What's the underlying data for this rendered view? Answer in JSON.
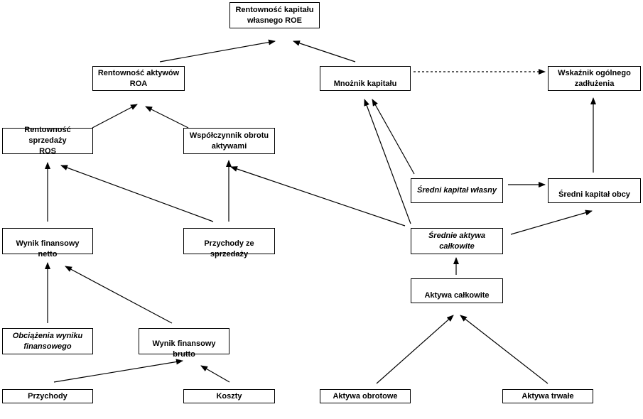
{
  "nodes": {
    "roe": "Rentowność kapitału\nwłasnego ROE",
    "roa": "Rentowność aktywów\nROA",
    "mnoznik": "Mnożnik kapitału",
    "wskaznik": "Wskaźnik ogólnego\nzadłużenia",
    "ros": "Rentowność sprzedaży\nROS",
    "wspolczynnik": "Współczynnik obrotu\naktywami",
    "sredni_kapital_wlasny": "Średni kapitał własny",
    "sredni_kapital_obcy": "Średni kapitał obcy",
    "wynik_netto": "Wynik finansowy netto",
    "przychody_sprzedazy": "Przychody ze sprzedaży",
    "srednie_aktywa": "Średnie aktywa\ncałkowite",
    "aktywa_calkowite": "Aktywa całkowite",
    "obciazenia": "Obciążenia wyniku\nfinansowego",
    "wynik_brutto": "Wynik finansowy brutto",
    "przychody": "Przychody",
    "koszty": "Koszty",
    "aktywa_obrotowe": "Aktywa obrotowe",
    "aktywa_trwale": "Aktywa trwałe"
  },
  "edges": [
    {
      "from": "roa",
      "to": "roe",
      "style": "solid"
    },
    {
      "from": "mnoznik",
      "to": "roe",
      "style": "solid"
    },
    {
      "from": "mnoznik",
      "to": "wskaznik",
      "style": "dashed"
    },
    {
      "from": "ros",
      "to": "roa",
      "style": "solid"
    },
    {
      "from": "wspolczynnik",
      "to": "roa",
      "style": "solid"
    },
    {
      "from": "sredni_kapital_wlasny",
      "to": "mnoznik",
      "style": "solid"
    },
    {
      "from": "srednie_aktywa",
      "to": "mnoznik",
      "style": "solid"
    },
    {
      "from": "sredni_kapital_wlasny",
      "to": "sredni_kapital_obcy",
      "style": "solid"
    },
    {
      "from": "sredni_kapital_obcy",
      "to": "wskaznik",
      "style": "solid"
    },
    {
      "from": "wynik_netto",
      "to": "ros",
      "style": "solid"
    },
    {
      "from": "przychody_sprzedazy",
      "to": "ros",
      "style": "solid"
    },
    {
      "from": "przychody_sprzedazy",
      "to": "wspolczynnik",
      "style": "solid"
    },
    {
      "from": "srednie_aktywa",
      "to": "wspolczynnik",
      "style": "solid"
    },
    {
      "from": "srednie_aktywa",
      "to": "sredni_kapital_obcy",
      "style": "solid"
    },
    {
      "from": "aktywa_calkowite",
      "to": "srednie_aktywa",
      "style": "solid"
    },
    {
      "from": "obciazenia",
      "to": "wynik_netto",
      "style": "solid"
    },
    {
      "from": "wynik_brutto",
      "to": "wynik_netto",
      "style": "solid"
    },
    {
      "from": "przychody",
      "to": "wynik_brutto",
      "style": "solid"
    },
    {
      "from": "koszty",
      "to": "wynik_brutto",
      "style": "solid"
    },
    {
      "from": "aktywa_obrotowe",
      "to": "aktywa_calkowite",
      "style": "solid"
    },
    {
      "from": "aktywa_trwale",
      "to": "aktywa_calkowite",
      "style": "solid"
    }
  ]
}
